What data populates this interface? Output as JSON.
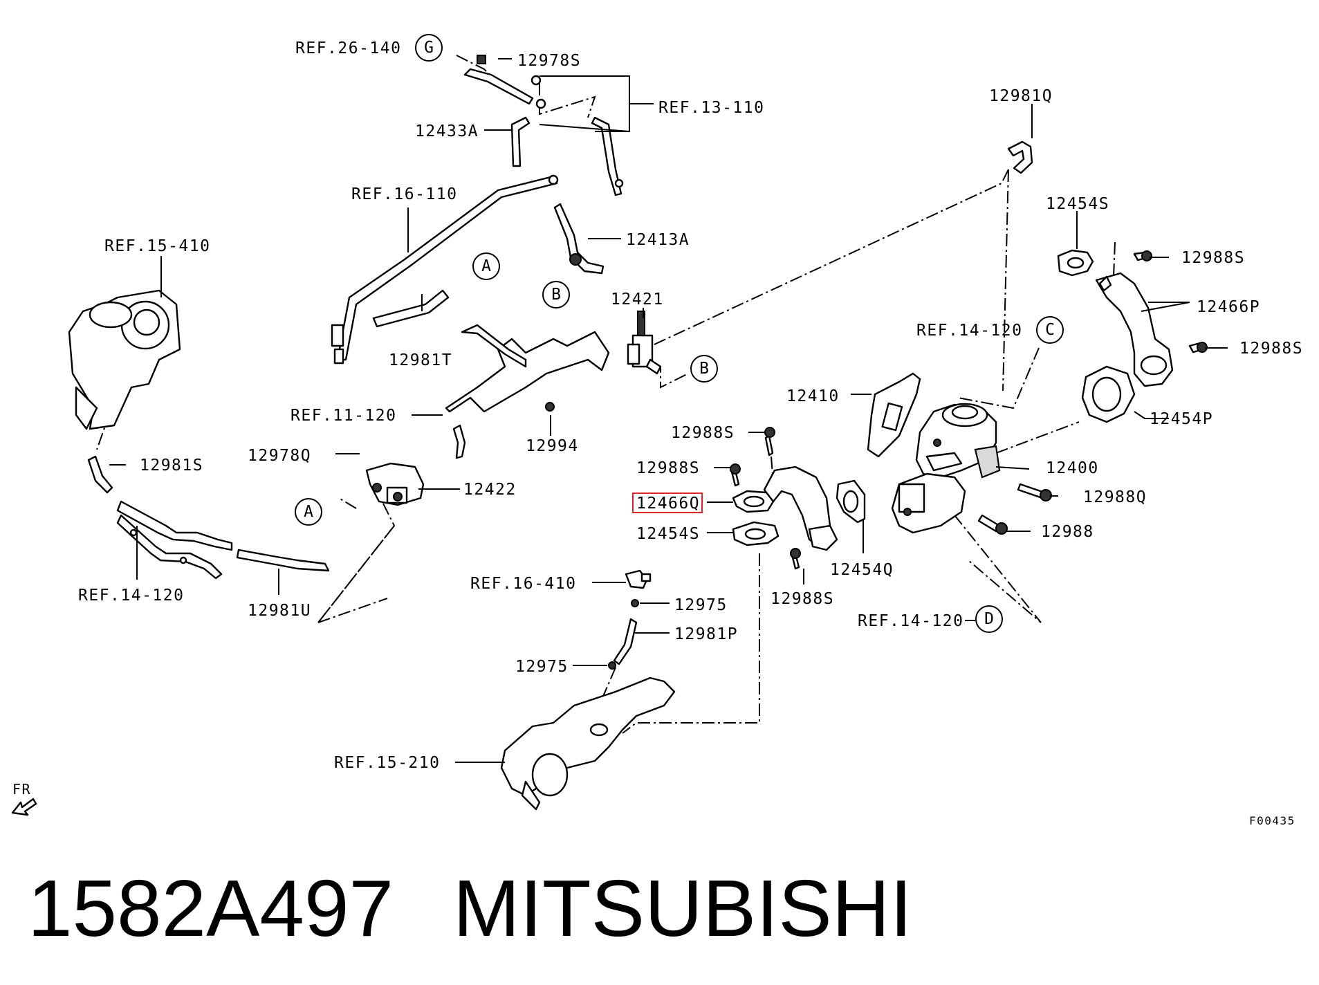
{
  "labels": {
    "ref_26_140": "REF.26-140",
    "p12978S": "12978S",
    "ref_13_110": "REF.13-110",
    "p12433A": "12433A",
    "ref_16_110": "REF.16-110",
    "p12413A": "12413A",
    "ref_15_410": "REF.15-410",
    "p12981T": "12981T",
    "p12421": "12421",
    "p12981Q": "12981Q",
    "p12454S_top": "12454S",
    "p12988S_r1": "12988S",
    "p12466P": "12466P",
    "ref_14_120_c": "REF.14-120",
    "p12988S_r2": "12988S",
    "p12454P": "12454P",
    "p12410": "12410",
    "ref_11_120": "REF.11-120",
    "p12994": "12994",
    "p12988S_m1": "12988S",
    "p12978Q": "12978Q",
    "p12400": "12400",
    "p12981S": "12981S",
    "p12988S_m2": "12988S",
    "p12422": "12422",
    "p12988Q": "12988Q",
    "p12466Q": "12466Q",
    "p12454S_mid": "12454S",
    "p12988": "12988",
    "p12454Q": "12454Q",
    "ref_14_120_left": "REF.14-120",
    "p12981U": "12981U",
    "ref_16_410": "REF.16-410",
    "p12975_a": "12975",
    "p12988S_b": "12988S",
    "ref_14_120_d": "REF.14-120",
    "p12981P": "12981P",
    "p12975_b": "12975",
    "ref_15_210": "REF.15-210",
    "fr": "FR",
    "fig_code": "F00435"
  },
  "callouts": {
    "A": "A",
    "B": "B",
    "C": "C",
    "D": "D",
    "G": "G"
  },
  "highlighted_part": "12466Q",
  "footer": {
    "part_number": "1582A497",
    "brand": "MITSUBISHI"
  }
}
